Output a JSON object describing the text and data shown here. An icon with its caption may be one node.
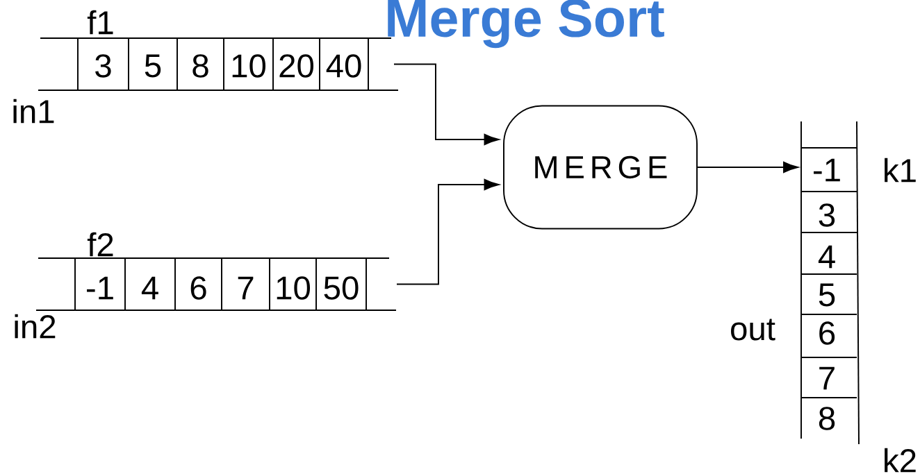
{
  "diagram": {
    "title": "Merge Sort",
    "nodes": [
      {
        "text": [
          "3",
          "5",
          "8",
          "10",
          "20",
          "40"
        ],
        "beside": [
          "f1",
          "in1"
        ]
      },
      {
        "text": [
          "-1",
          "4",
          "6",
          "7",
          "10",
          "50"
        ],
        "beside": [
          "f2",
          "in2"
        ]
      },
      {
        "text": [
          "MERGE"
        ]
      },
      {
        "text": [
          "-1",
          "3",
          "4",
          "5",
          "6",
          "7",
          "8"
        ],
        "beside": [
          "k1",
          "out",
          "k2"
        ]
      }
    ],
    "edges": [
      {
        "from": 0,
        "to": 2,
        "arrow": "to"
      },
      {
        "from": 1,
        "to": 2,
        "arrow": "to"
      },
      {
        "from": 2,
        "to": 3,
        "arrow": "to"
      }
    ]
  }
}
